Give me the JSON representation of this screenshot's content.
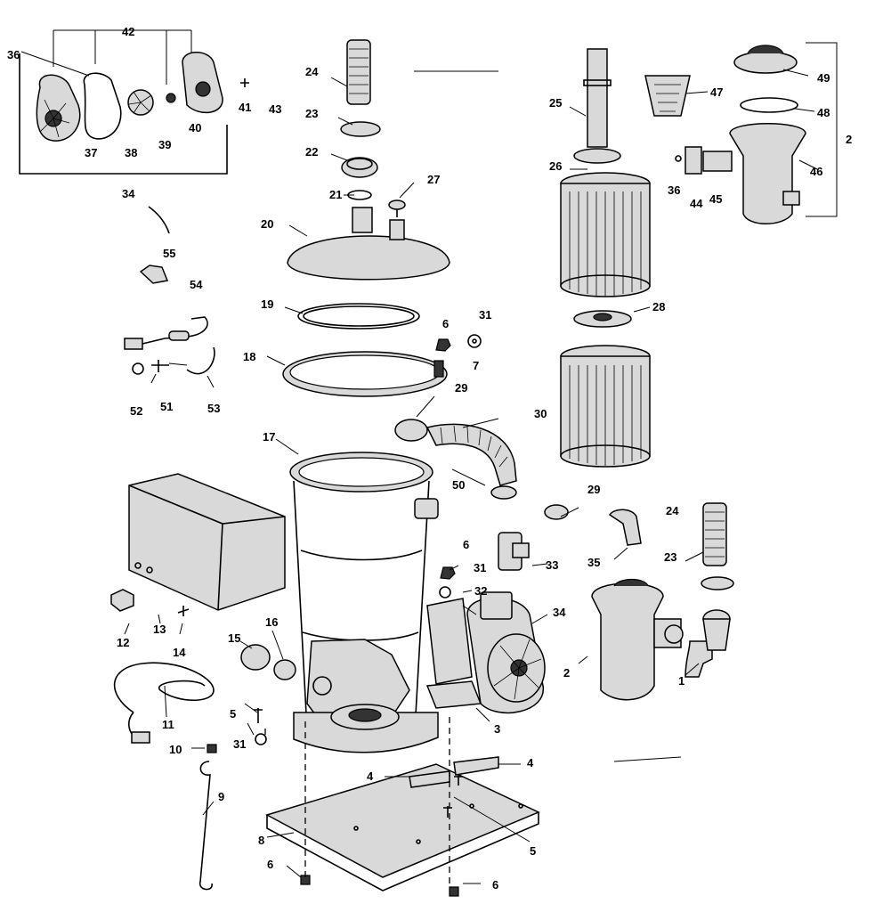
{
  "diagram": {
    "labels": [
      {
        "id": "l42",
        "text": "42"
      },
      {
        "id": "l36a",
        "text": "36"
      },
      {
        "id": "l41",
        "text": "41"
      },
      {
        "id": "l43",
        "text": "43"
      },
      {
        "id": "l37",
        "text": "37"
      },
      {
        "id": "l38",
        "text": "38"
      },
      {
        "id": "l39",
        "text": "39"
      },
      {
        "id": "l40",
        "text": "40"
      },
      {
        "id": "l34a",
        "text": "34"
      },
      {
        "id": "l55",
        "text": "55"
      },
      {
        "id": "l54",
        "text": "54"
      },
      {
        "id": "l24a",
        "text": "24"
      },
      {
        "id": "l23a",
        "text": "23"
      },
      {
        "id": "l22",
        "text": "22"
      },
      {
        "id": "l21",
        "text": "21"
      },
      {
        "id": "l27",
        "text": "27"
      },
      {
        "id": "l20",
        "text": "20"
      },
      {
        "id": "l19",
        "text": "19"
      },
      {
        "id": "l18",
        "text": "18"
      },
      {
        "id": "l6a",
        "text": "6"
      },
      {
        "id": "l31a",
        "text": "31"
      },
      {
        "id": "l7",
        "text": "7"
      },
      {
        "id": "l29a",
        "text": "29"
      },
      {
        "id": "l30",
        "text": "30"
      },
      {
        "id": "l50",
        "text": "50"
      },
      {
        "id": "l17",
        "text": "17"
      },
      {
        "id": "l25",
        "text": "25"
      },
      {
        "id": "l26",
        "text": "26"
      },
      {
        "id": "l28",
        "text": "28"
      },
      {
        "id": "l47",
        "text": "47"
      },
      {
        "id": "l49",
        "text": "49"
      },
      {
        "id": "l48",
        "text": "48"
      },
      {
        "id": "l2a",
        "text": "2"
      },
      {
        "id": "l46",
        "text": "46"
      },
      {
        "id": "l36b",
        "text": "36"
      },
      {
        "id": "l44",
        "text": "44"
      },
      {
        "id": "l45",
        "text": "45"
      },
      {
        "id": "l52",
        "text": "52"
      },
      {
        "id": "l51",
        "text": "51"
      },
      {
        "id": "l53",
        "text": "53"
      },
      {
        "id": "l29b",
        "text": "29"
      },
      {
        "id": "l24b",
        "text": "24"
      },
      {
        "id": "l35",
        "text": "35"
      },
      {
        "id": "l23b",
        "text": "23"
      },
      {
        "id": "l33",
        "text": "33"
      },
      {
        "id": "l6b",
        "text": "6"
      },
      {
        "id": "l31b",
        "text": "31"
      },
      {
        "id": "l32",
        "text": "32"
      },
      {
        "id": "l34b",
        "text": "34"
      },
      {
        "id": "l2b",
        "text": "2"
      },
      {
        "id": "l1",
        "text": "1"
      },
      {
        "id": "l13",
        "text": "13"
      },
      {
        "id": "l12",
        "text": "12"
      },
      {
        "id": "l14",
        "text": "14"
      },
      {
        "id": "l15",
        "text": "15"
      },
      {
        "id": "l16",
        "text": "16"
      },
      {
        "id": "l11",
        "text": "11"
      },
      {
        "id": "l5a",
        "text": "5"
      },
      {
        "id": "l31c",
        "text": "31"
      },
      {
        "id": "l10",
        "text": "10"
      },
      {
        "id": "l3",
        "text": "3"
      },
      {
        "id": "l4a",
        "text": "4"
      },
      {
        "id": "l4b",
        "text": "4"
      },
      {
        "id": "l9",
        "text": "9"
      },
      {
        "id": "l8",
        "text": "8"
      },
      {
        "id": "l5b",
        "text": "5"
      },
      {
        "id": "l6c",
        "text": "6"
      },
      {
        "id": "l6d",
        "text": "6"
      }
    ]
  }
}
